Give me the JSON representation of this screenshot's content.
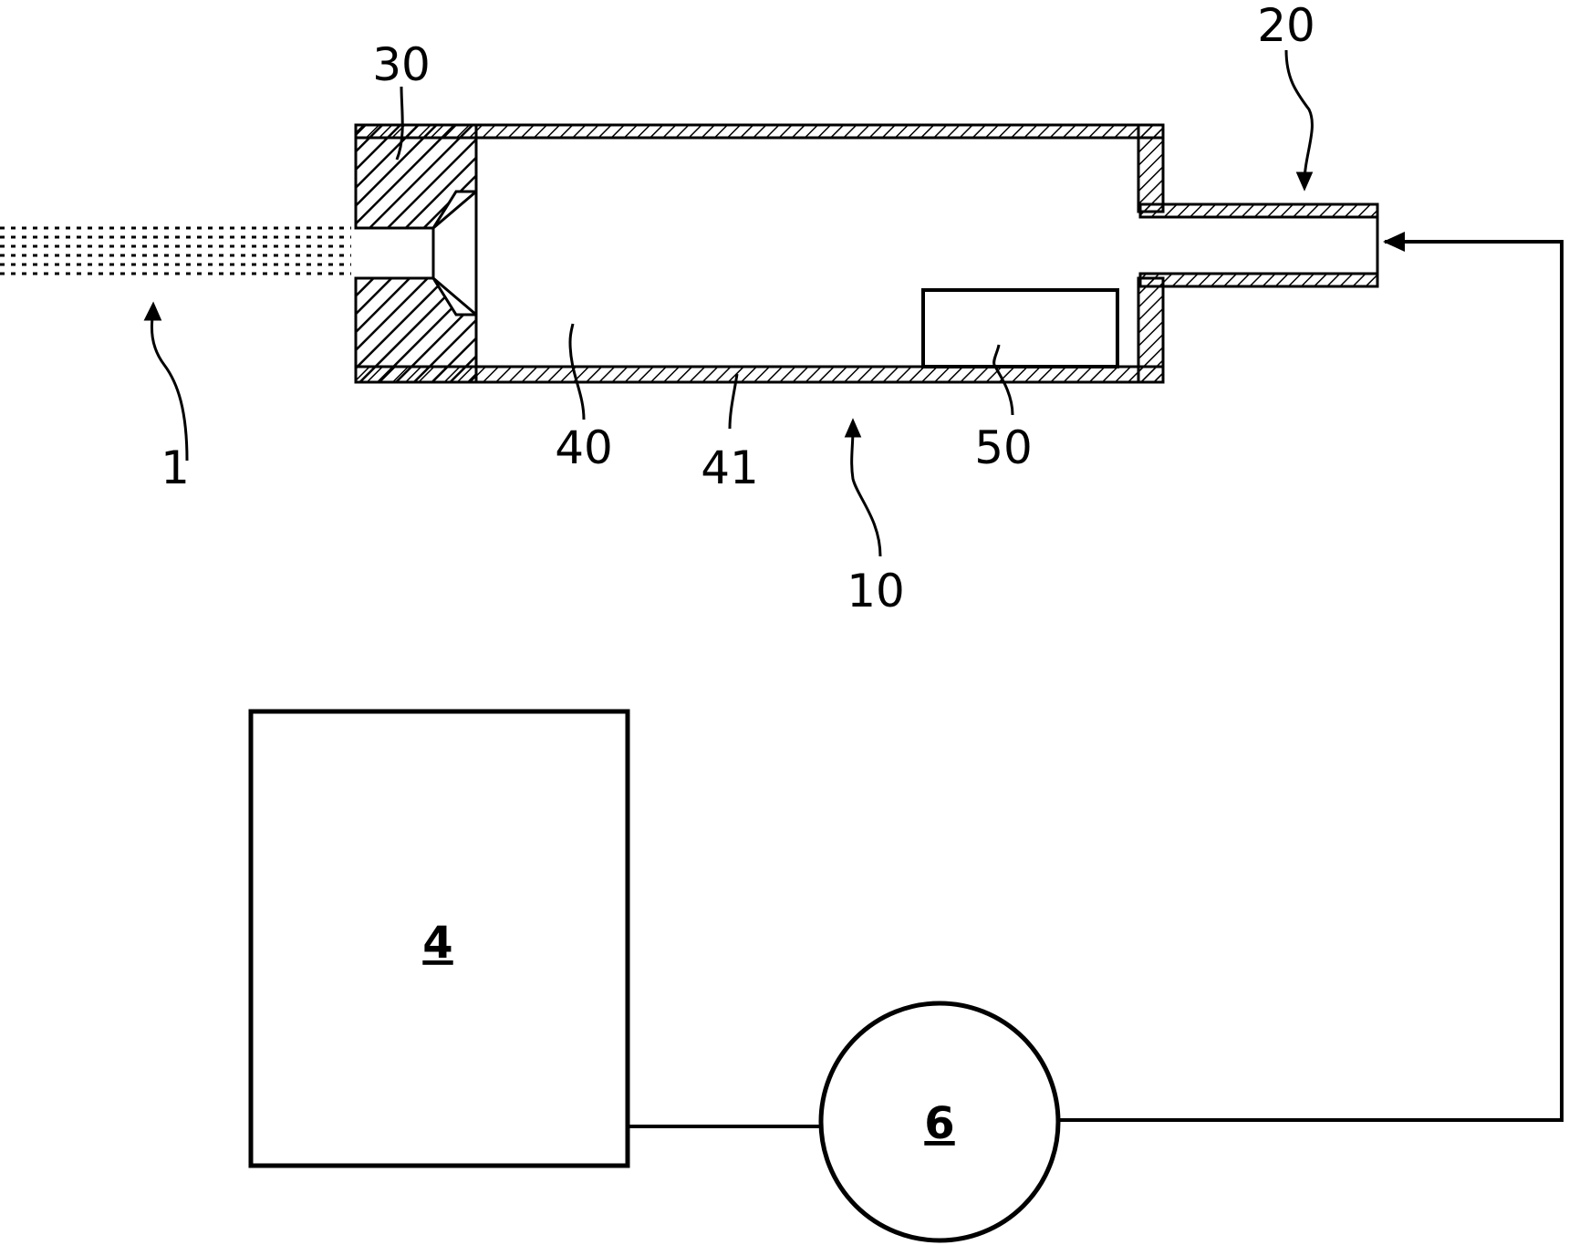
{
  "figure": {
    "labels": {
      "fiber": "1",
      "device_housing": "10",
      "outlet_tube": "20",
      "inlet_block": "30",
      "chamber": "40",
      "chamber_wall": "41",
      "component_block": "50",
      "unit_4": "4",
      "unit_6": "6"
    }
  }
}
